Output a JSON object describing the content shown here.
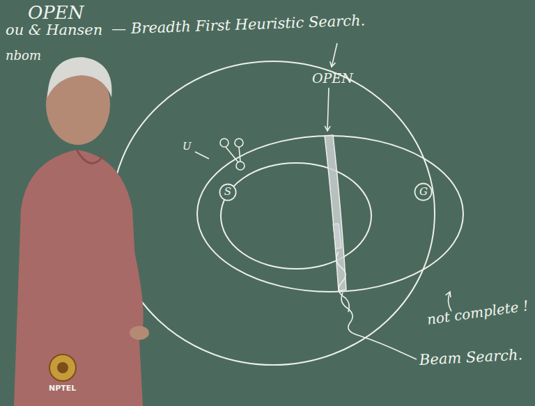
{
  "diagram": {
    "nodes": [
      {
        "text": [
          "S"
        ]
      },
      {
        "text": [
          "G"
        ]
      }
    ],
    "labels": [
      "OPEN",
      "ou & Hansen",
      "—",
      "Breadth First Heuristic Search.",
      "nbom",
      "OPEN",
      "U",
      "not complete !",
      "Beam Search.",
      "NPTEL"
    ]
  }
}
